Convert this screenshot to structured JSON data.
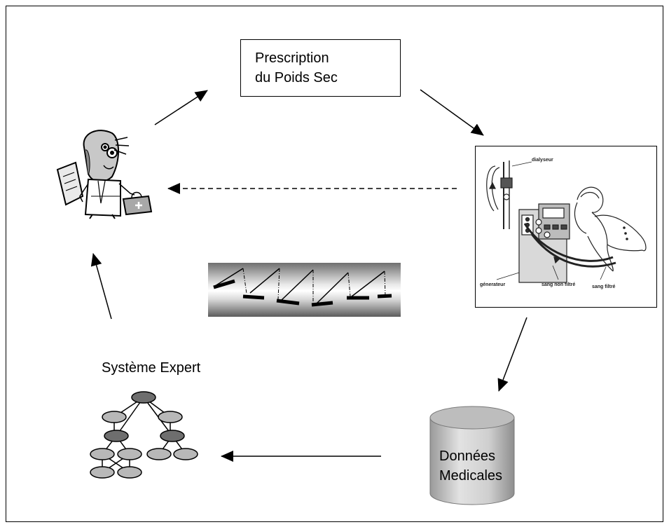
{
  "prescription": {
    "line1": "Prescription",
    "line2": "du Poids Sec"
  },
  "expert_system": {
    "label": "Système Expert"
  },
  "database": {
    "line1": "Données",
    "line2": "Medicales"
  },
  "dialysis": {
    "label_dialyzer": "dialyseur",
    "label_generator": "génerateur",
    "label_unfiltered": "sang non filtré",
    "label_filtered": "sang filtré"
  },
  "colors": {
    "node_light": "#b8b8b8",
    "node_dark": "#6e6e6e",
    "line": "#000000"
  },
  "icons": {
    "doctor": "doctor-icon",
    "dialysis": "dialysis-machine-icon",
    "tree": "expert-tree-icon",
    "database": "database-cylinder-icon",
    "sawtooth": "weight-sawtooth-icon"
  }
}
